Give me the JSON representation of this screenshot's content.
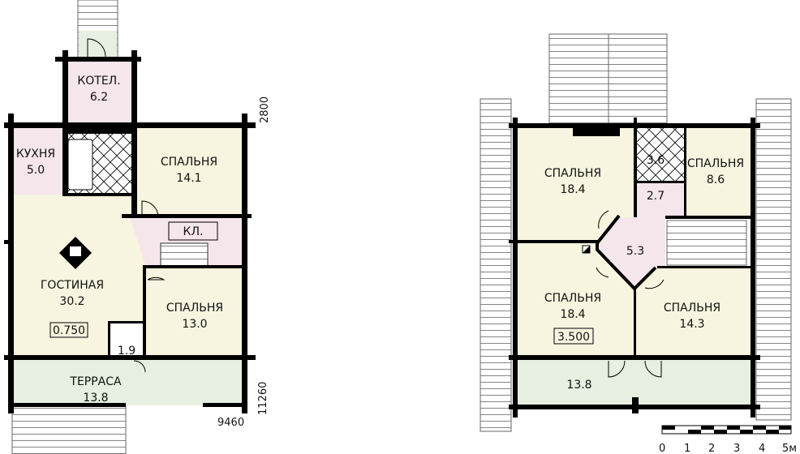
{
  "colors": {
    "pink": "#f5e6ec",
    "yellow": "#f7f5df",
    "green": "#e6efe0",
    "wall": "#000000"
  },
  "ground_floor": {
    "rooms": [
      {
        "name": "КОТЕЛ.",
        "area": "6.2"
      },
      {
        "name": "КУХНЯ",
        "area": "5.0"
      },
      {
        "name": "СПАЛЬНЯ",
        "area": "14.1"
      },
      {
        "name": "КЛ.",
        "area": ""
      },
      {
        "name": "ГОСТИНАЯ",
        "area": "30.2"
      },
      {
        "name": "СПАЛЬНЯ",
        "area": "13.0"
      },
      {
        "name": "",
        "area": "1.9"
      },
      {
        "name": "ТЕРРАСА",
        "area": "13.8"
      }
    ],
    "level_mark": "0.750",
    "dimensions": {
      "width": "9460",
      "length": "11260",
      "annex": "2800"
    }
  },
  "upper_floor": {
    "rooms": [
      {
        "name": "СПАЛЬНЯ",
        "area": "18.4"
      },
      {
        "name": "",
        "area": "3.6"
      },
      {
        "name": "СПАЛЬНЯ",
        "area": "8.6"
      },
      {
        "name": "",
        "area": "2.7"
      },
      {
        "name": "",
        "area": "5.3"
      },
      {
        "name": "СПАЛЬНЯ",
        "area": "18.4"
      },
      {
        "name": "СПАЛЬНЯ",
        "area": "14.3"
      },
      {
        "name": "",
        "area": "13.8"
      }
    ],
    "level_mark": "3.500"
  },
  "scale_bar": {
    "labels": [
      "0",
      "1",
      "2",
      "3",
      "4",
      "5м"
    ]
  }
}
